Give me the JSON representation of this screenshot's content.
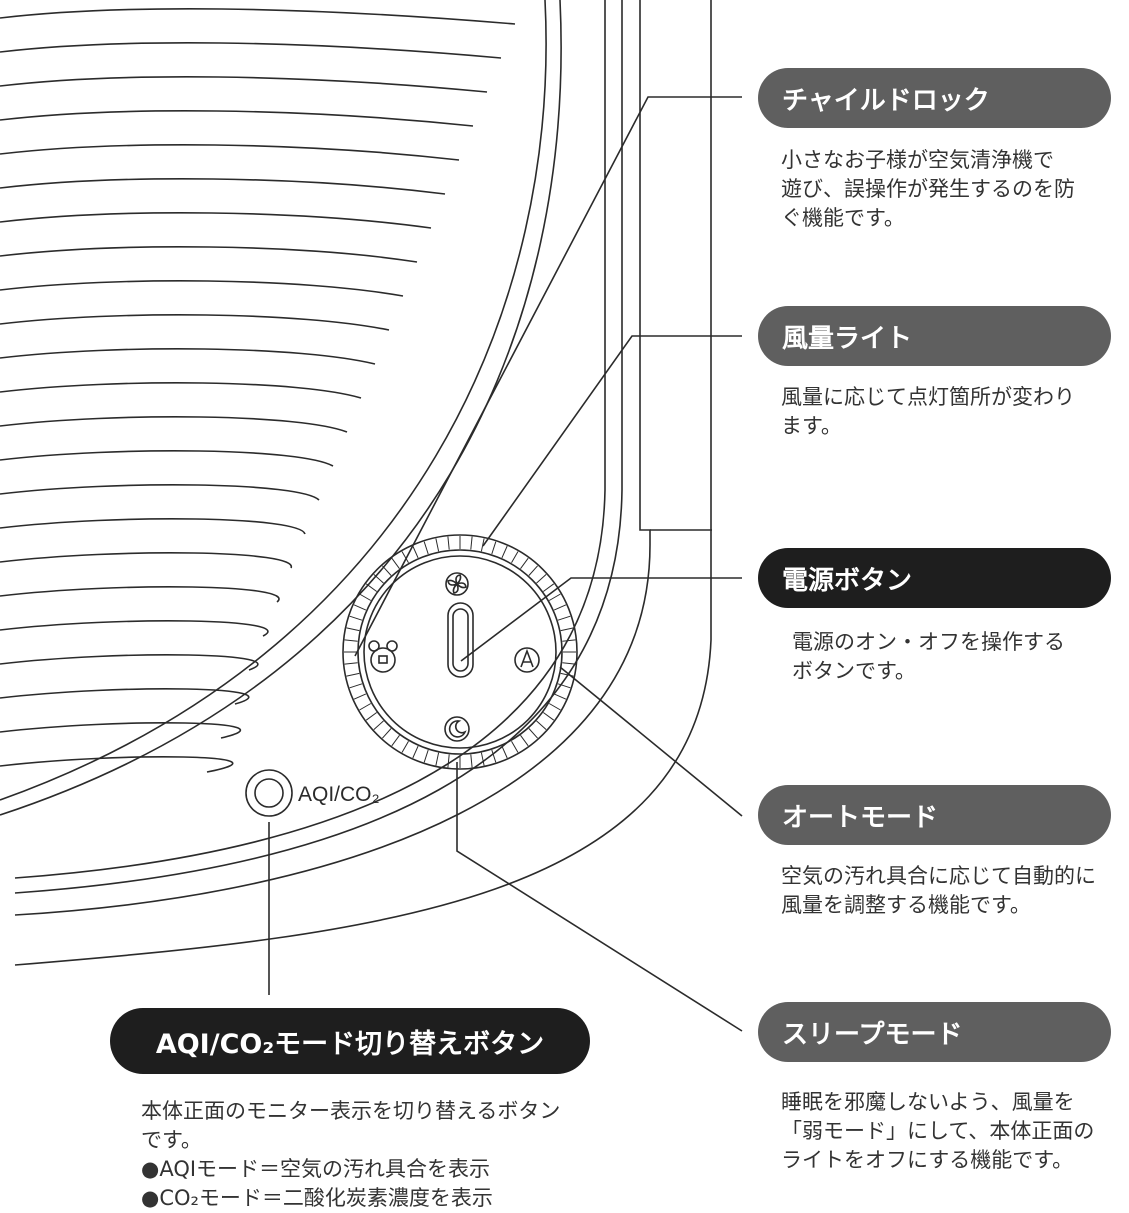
{
  "colors": {
    "pill_gray": "#5f5f5f",
    "pill_dark": "#1e1e1e",
    "line": "#2b2b2b",
    "text": "#333333"
  },
  "device": {
    "aqi_button_label": "AQI/CO₂",
    "icons": [
      "fan-icon",
      "bear-lock-icon",
      "auto-a-icon",
      "moon-icon"
    ]
  },
  "callouts": {
    "child_lock": {
      "title": "チャイルドロック",
      "desc": [
        "小さなお子様が空気清浄機で",
        "遊び、誤操作が発生するのを防",
        "ぐ機能です。"
      ]
    },
    "fan_light": {
      "title": "風量ライト",
      "desc": [
        "風量に応じて点灯箇所が変わり",
        "ます。"
      ]
    },
    "power": {
      "title": "電源ボタン",
      "desc": [
        "電源のオン・オフを操作する",
        "ボタンです。"
      ]
    },
    "auto_mode": {
      "title": "オートモード",
      "desc": [
        "空気の汚れ具合に応じて自動的に",
        "風量を調整する機能です。"
      ]
    },
    "sleep_mode": {
      "title": "スリープモード",
      "desc": [
        "睡眠を邪魔しないよう、風量を",
        "「弱モード」にして、本体正面の",
        "ライトをオフにする機能です。"
      ]
    },
    "aqi_co2": {
      "title": "AQI/CO₂モード切り替えボタン",
      "desc": [
        "本体正面のモニター表示を切り替えるボタン",
        "です。",
        "●AQIモード＝空気の汚れ具合を表示",
        "●CO₂モード＝二酸化炭素濃度を表示"
      ]
    }
  }
}
